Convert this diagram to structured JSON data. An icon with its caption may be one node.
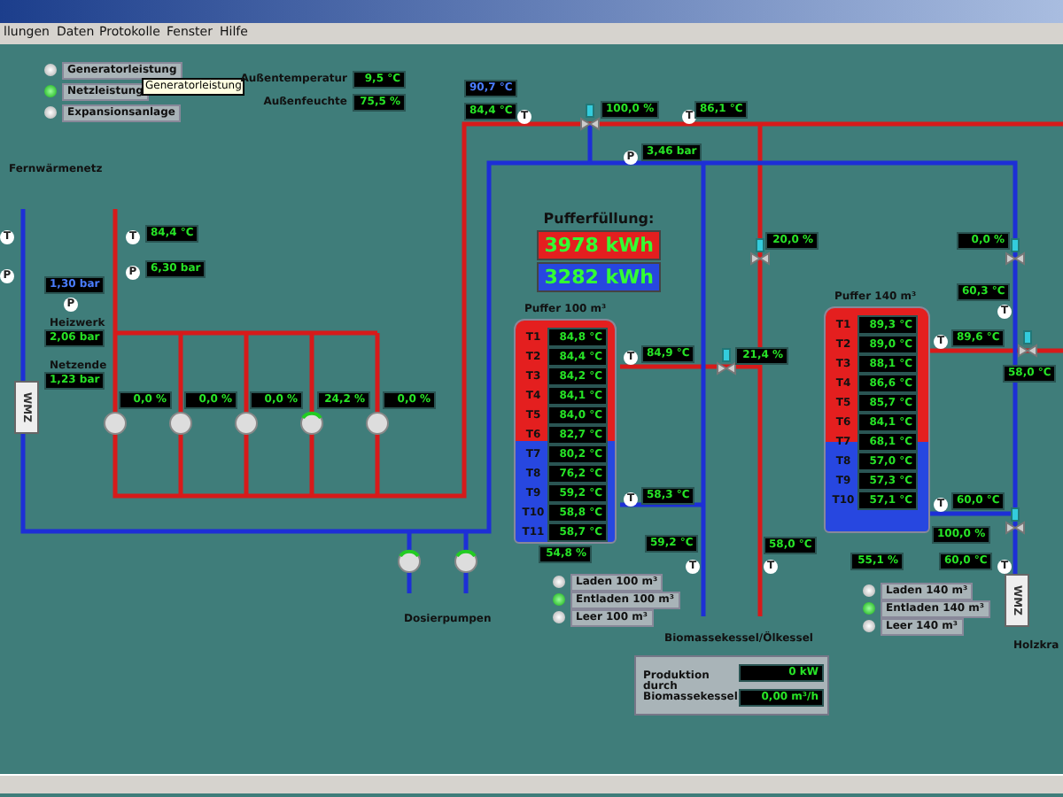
{
  "diagram": {
    "nodes": [
      {
        "text": [
          "Pufferfüllung:",
          "3978 kWh",
          "3282 kWh"
        ]
      },
      {
        "text": [
          "Puffer 100 m³",
          "T1",
          "84,8 °C",
          "T2",
          "84,4 °C",
          "T3",
          "84,2 °C",
          "T4",
          "84,1 °C",
          "T5",
          "84,0 °C",
          "T6",
          "82,7 °C",
          "T7",
          "80,2 °C",
          "T8",
          "76,2 °C",
          "T9",
          "59,2 °C",
          "T10",
          "58,8 °C",
          "T11",
          "58,7 °C"
        ]
      },
      {
        "text": [
          "Puffer 140 m³",
          "T1",
          "89,3 °C",
          "T2",
          "89,0 °C",
          "T3",
          "88,1 °C",
          "T4",
          "86,6 °C",
          "T5",
          "85,7 °C",
          "T6",
          "84,1 °C",
          "T7",
          "68,1 °C",
          "T8",
          "57,0 °C",
          "T9",
          "57,3 °C",
          "T10",
          "57,1 °C"
        ]
      },
      {
        "text": [
          "WMZ"
        ]
      },
      {
        "text": [
          "WMZ"
        ]
      },
      {
        "text": [
          "Produktion durch Biomassekessel",
          "0 kW",
          "0,00 m³/h"
        ]
      }
    ],
    "labels": [
      "llungen",
      "Daten",
      "Protokolle",
      "Fenster",
      "Hilfe",
      "Generatorleistung",
      "Netzleistung",
      "Generatorleistung",
      "Expansionsanlage",
      "Außentemperatur",
      "9,5 °C",
      "Außenfeuchte",
      "75,5 %",
      "90,7 °C",
      "84,4 °C",
      "T",
      "100,0 %",
      "T",
      "86,1 °C",
      "P",
      "3,46 bar",
      "Fernwärmenetz",
      "T",
      "T",
      "84,4 °C",
      "P",
      "P",
      "6,30 bar",
      "1,30 bar",
      "P",
      "Heizwerk",
      "2,06 bar",
      "Netzende",
      "1,23 bar",
      "0,0 %",
      "0,0 %",
      "0,0 %",
      "24,2 %",
      "0,0 %",
      "20,0 %",
      "0,0 %",
      "60,3 °C",
      "T",
      "T",
      "84,9 °C",
      "21,4 %",
      "T",
      "89,6 °C",
      "58,0 °C",
      "T",
      "58,3 °C",
      "T",
      "60,0 °C",
      "59,2 °C",
      "58,0 °C",
      "100,0 %",
      "T",
      "T",
      "60,0 °C",
      "T",
      "54,8 %",
      "55,1 %",
      "Laden 100 m³",
      "Entladen 100 m³",
      "Leer 100 m³",
      "Laden 140 m³",
      "Entladen 140 m³",
      "Leer 140 m³",
      "Biomassekessel/Ölkessel",
      "Holzkra",
      "Dosierpumpen"
    ]
  }
}
